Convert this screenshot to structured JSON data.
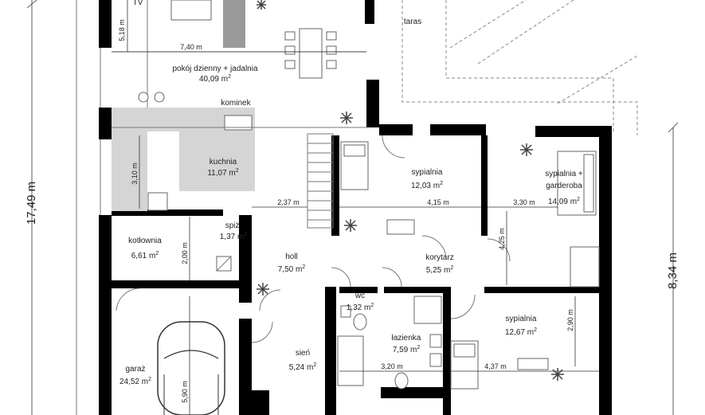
{
  "overall": {
    "height_left": "17,49 m",
    "height_right": "8,34 m"
  },
  "labels": {
    "tv": "TV",
    "taras": "taras",
    "kominek": "kominek"
  },
  "rooms": [
    {
      "id": "living",
      "name": "pokój dzienny + jadalnia",
      "area": "40,09 m",
      "sup": "2"
    },
    {
      "id": "kitchen",
      "name": "kuchnia",
      "area": "11,07 m",
      "sup": "2"
    },
    {
      "id": "pantry",
      "name": "spiż.",
      "area": "1,37 m",
      "sup": "2"
    },
    {
      "id": "boiler",
      "name": "kotłownia",
      "area": "6,61 m",
      "sup": "2"
    },
    {
      "id": "hall",
      "name": "holl",
      "area": "7,50 m",
      "sup": "2"
    },
    {
      "id": "wc",
      "name": "wc",
      "area": "1,32 m",
      "sup": "2"
    },
    {
      "id": "bath",
      "name": "łazienka",
      "area": "7,59 m",
      "sup": "2"
    },
    {
      "id": "porch",
      "name": "sień",
      "area": "5,24 m",
      "sup": "2"
    },
    {
      "id": "garage",
      "name": "garaż",
      "area": "24,52 m",
      "sup": "2"
    },
    {
      "id": "bed1",
      "name": "sypialnia",
      "area": "12,03 m",
      "sup": "2"
    },
    {
      "id": "corridor",
      "name": "korytarz",
      "area": "5,25 m",
      "sup": "2"
    },
    {
      "id": "bed2a",
      "name": "sypialnia +",
      "area": "",
      "sup": ""
    },
    {
      "id": "bed2b",
      "name": "garderoba",
      "area": "14,09 m",
      "sup": "2"
    },
    {
      "id": "bed3",
      "name": "sypialnia",
      "area": "12,67 m",
      "sup": "2"
    }
  ],
  "dimensions": {
    "d518": "5,18 m",
    "d740": "7,40 m",
    "d310": "3,10 m",
    "d237": "2,37 m",
    "d415": "4,15 m",
    "d330": "3,30 m",
    "d425": "4,25 m",
    "d200": "2,00 m",
    "d320": "3,20 m",
    "d437": "4,37 m",
    "d290": "2,90 m",
    "d590": "5,90 m"
  }
}
